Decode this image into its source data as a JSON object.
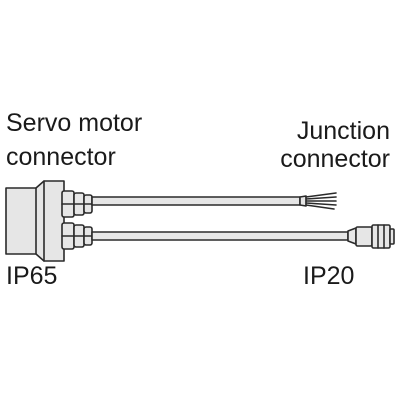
{
  "labels": {
    "servo_line1": "Servo motor",
    "servo_line2": "connector",
    "junction_line1": "Junction",
    "junction_line2": "connector",
    "servo_rating": "IP65",
    "junction_rating": "IP20"
  },
  "colors": {
    "outline": "#2a2a2a",
    "fill": "#e6e6e6",
    "text": "#1a1a1a",
    "background": "#ffffff"
  }
}
